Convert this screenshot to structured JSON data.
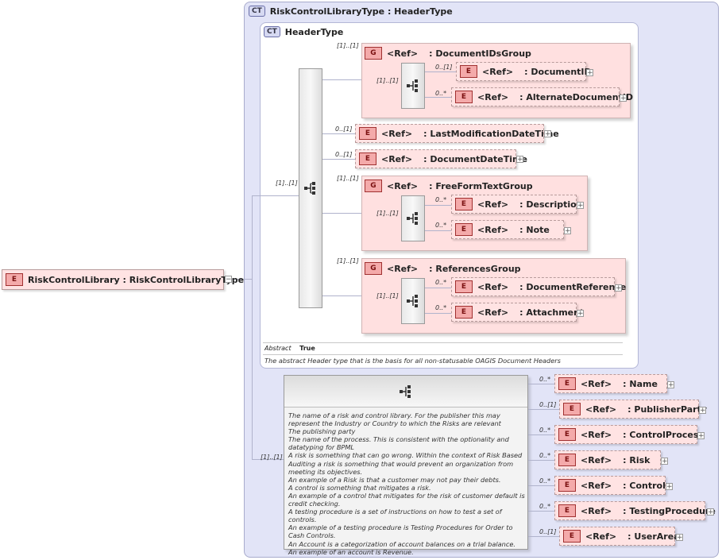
{
  "root": {
    "tag": "E",
    "name": "RiskControlLibrary : RiskControlLibraryType",
    "expand": "−"
  },
  "outer_type": {
    "tag": "CT",
    "title": "RiskControlLibraryType : HeaderType"
  },
  "inner_type": {
    "tag": "CT",
    "title": "HeaderType",
    "abstract_label": "Abstract",
    "abstract_value": "True",
    "doc": "The abstract Header type that is the basis for all non-statusable OAGIS Document Headers"
  },
  "groups": [
    {
      "tag": "G",
      "ref": "<Ref>",
      "name": ": DocumentIDsGroup",
      "card": "[1]..[1]",
      "seq_card": "[1]..[1]",
      "items": [
        {
          "tag": "E",
          "ref": "<Ref>",
          "name": ": DocumentID",
          "card": "0..[1]"
        },
        {
          "tag": "E",
          "ref": "<Ref>",
          "name": ": AlternateDocumentID",
          "card": "0..*"
        }
      ]
    },
    {
      "tag": "G",
      "ref": "<Ref>",
      "name": ": FreeFormTextGroup",
      "card": "[1]..[1]",
      "seq_card": "[1]..[1]",
      "items": [
        {
          "tag": "E",
          "ref": "<Ref>",
          "name": ": Description",
          "card": "0..*"
        },
        {
          "tag": "E",
          "ref": "<Ref>",
          "name": ": Note",
          "card": "0..*"
        }
      ]
    },
    {
      "tag": "G",
      "ref": "<Ref>",
      "name": ": ReferencesGroup",
      "card": "[1]..[1]",
      "seq_card": "[1]..[1]",
      "items": [
        {
          "tag": "E",
          "ref": "<Ref>",
          "name": ": DocumentReference",
          "card": "0..*"
        },
        {
          "tag": "E",
          "ref": "<Ref>",
          "name": ": Attachment",
          "card": "0..*"
        }
      ]
    }
  ],
  "header_elements": [
    {
      "tag": "E",
      "ref": "<Ref>",
      "name": ": LastModificationDateTime",
      "card": "0..[1]"
    },
    {
      "tag": "E",
      "ref": "<Ref>",
      "name": ": DocumentDateTime",
      "card": "0..[1]"
    }
  ],
  "header_seq_card": "[1]..[1]",
  "ext_seq_card": "[1]..[1]",
  "ext_doc": [
    "The name of a risk and control library.  For the publisher this may",
    "represent the Industry or Country to which the Risks are relevant",
    "The publishing party",
    "The name of the process.  This is consistent with the optionality and",
    "datatyping for BPML",
    "A risk is something that can go wrong.  Within the context of Risk Based",
    "Auditing a risk is something that would prevent an organization from",
    "meeting its objectives.",
    "An example of a Risk is that a customer may not pay their debts.",
    "A control is something that mitigates a risk.",
    "An example of a control that mitigates for the risk of customer default is",
    "credit checking.",
    "A testing procedure is a set of instructions on how to test a set of controls.",
    "An example of a testing procedure is Testing Procedures for Order to",
    "Cash Controls.",
    "An Account is a categorization of account balances on a trial balance.",
    "An example of an account is Revenue."
  ],
  "ext_elements": [
    {
      "tag": "E",
      "ref": "<Ref>",
      "name": ": Name",
      "card": "0..*"
    },
    {
      "tag": "E",
      "ref": "<Ref>",
      "name": ": PublisherParty",
      "card": "0..[1]"
    },
    {
      "tag": "E",
      "ref": "<Ref>",
      "name": ": ControlProcess",
      "card": "0..*"
    },
    {
      "tag": "E",
      "ref": "<Ref>",
      "name": ": Risk",
      "card": "0..*"
    },
    {
      "tag": "E",
      "ref": "<Ref>",
      "name": ": Control",
      "card": "0..*"
    },
    {
      "tag": "E",
      "ref": "<Ref>",
      "name": ": TestingProcedure",
      "card": "0..*"
    },
    {
      "tag": "E",
      "ref": "<Ref>",
      "name": ": UserArea",
      "card": "0..[1]"
    }
  ],
  "plus": "+",
  "icons": {
    "sequence": "sequence-compositor-icon"
  }
}
